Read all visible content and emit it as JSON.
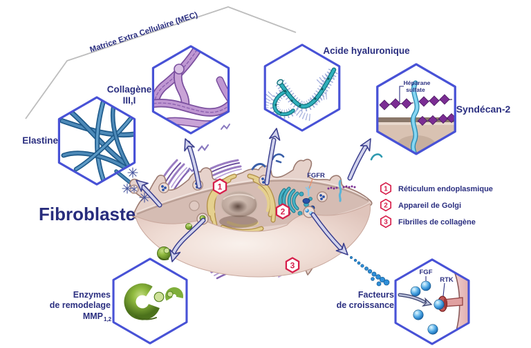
{
  "header": {
    "mec_label": "Matrice Extra Cellulaire (MEC)"
  },
  "cell": {
    "name_label": "Fibroblaste",
    "fgfr_label": "FGFR"
  },
  "callouts": {
    "elastine": {
      "label": "Elastine"
    },
    "collagene": {
      "label_line1": "Collagène",
      "label_line2": "III,I"
    },
    "acide_hyaluronique": {
      "label": "Acide hyaluronique"
    },
    "syndecan": {
      "label": "Syndécan-2",
      "inner_line1": "Héparane",
      "inner_line2": "sulfate"
    },
    "enzymes": {
      "label_line1": "Enzymes",
      "label_line2": "de remodelage",
      "label_line3": "MMP",
      "label_line3_sub": "1,2"
    },
    "facteurs": {
      "label_line1": "Facteurs",
      "label_line2": "de croissance",
      "fgf_label": "FGF",
      "rtk_label": "RTK"
    }
  },
  "legend": {
    "items": [
      {
        "num": "1",
        "label": "Réticulum endoplasmique"
      },
      {
        "num": "2",
        "label": "Appareil de Golgi"
      },
      {
        "num": "3",
        "label": "Fibrilles de collagène"
      }
    ]
  },
  "colors": {
    "hexagon_border": "#4852d6",
    "label_text": "#2b2f80",
    "legend_accent": "#d7204c",
    "mec_line": "#bdbdbd",
    "arrow_outline": "#3b3f8e",
    "arrow_fill": "#d2d3ec",
    "cell_body": "#e6d2cb",
    "enzyme_green": "#8fb93e",
    "growth_factor_blue": "#45a0e0",
    "golgi_teal": "#2f9ab0",
    "fibril_purple": "#9a7cc2"
  }
}
